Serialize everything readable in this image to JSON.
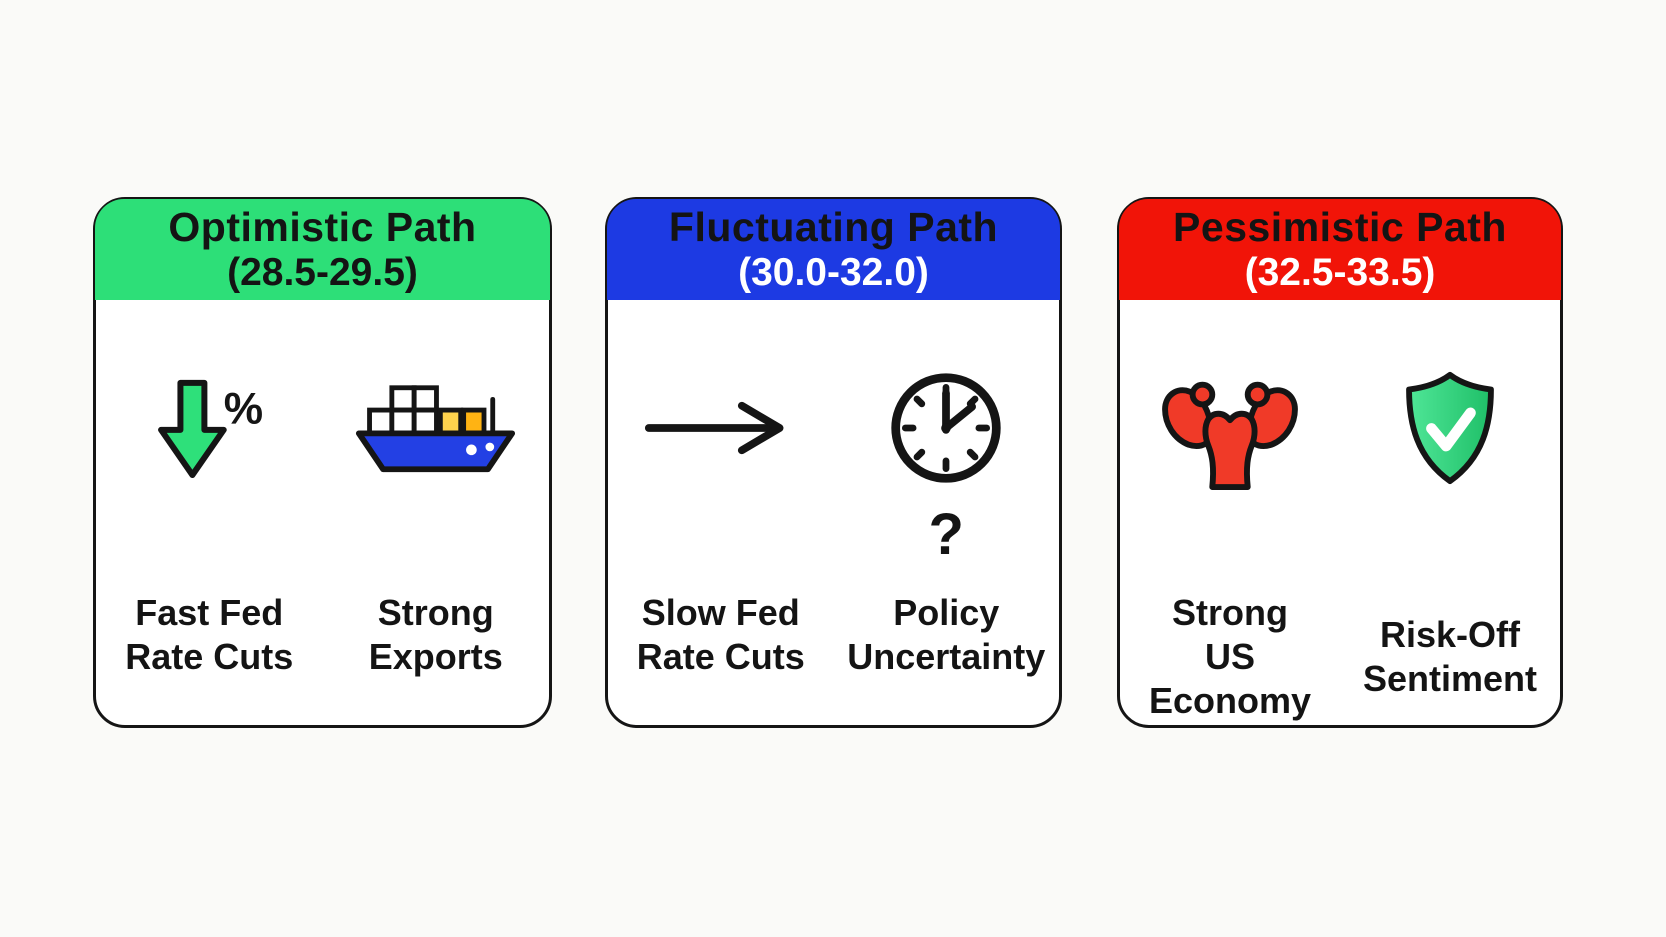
{
  "canvas": {
    "background": "#fafaf8",
    "card_background": "#ffffff",
    "outline_color": "#151515",
    "text_color": "#141414"
  },
  "cards": [
    {
      "title": "Optimistic Path",
      "range": "(28.5-29.5)",
      "header_color": "#2ddf78",
      "title_color": "#141414",
      "range_color": "#141414",
      "items": [
        {
          "icon": "percent-down-arrow-icon",
          "label": "Fast Fed\nRate Cuts"
        },
        {
          "icon": "cargo-ship-icon",
          "label": "Strong\nExports"
        }
      ]
    },
    {
      "title": "Fluctuating Path",
      "range": "(30.0-32.0)",
      "header_color": "#1d3ae3",
      "title_color": "#141414",
      "range_color": "#ffffff",
      "items": [
        {
          "icon": "right-arrow-icon",
          "label": "Slow Fed\nRate Cuts"
        },
        {
          "icon": "clock-icon",
          "label": "Policy\nUncertainty",
          "annotation": "?"
        }
      ]
    },
    {
      "title": "Pessimistic Path",
      "range": "(32.5-33.5)",
      "header_color": "#f11408",
      "title_color": "#141414",
      "range_color": "#ffffff",
      "items": [
        {
          "icon": "flexed-biceps-icon",
          "label": "Strong\nUS Economy"
        },
        {
          "icon": "shield-check-icon",
          "label": "Risk-Off\nSentiment"
        }
      ]
    }
  ],
  "icon_colors": {
    "arrow_green": "#2ee07a",
    "ship_hull_blue": "#2340e4",
    "container_white": "#ffffff",
    "container_yellow_light": "#ffd34d",
    "container_yellow": "#ffb313",
    "muscle_red": "#f03a28",
    "shield_green_light": "#4fe697",
    "shield_green_dark": "#1fbf68",
    "check_white": "#ffffff",
    "percent_black": "#151515"
  }
}
